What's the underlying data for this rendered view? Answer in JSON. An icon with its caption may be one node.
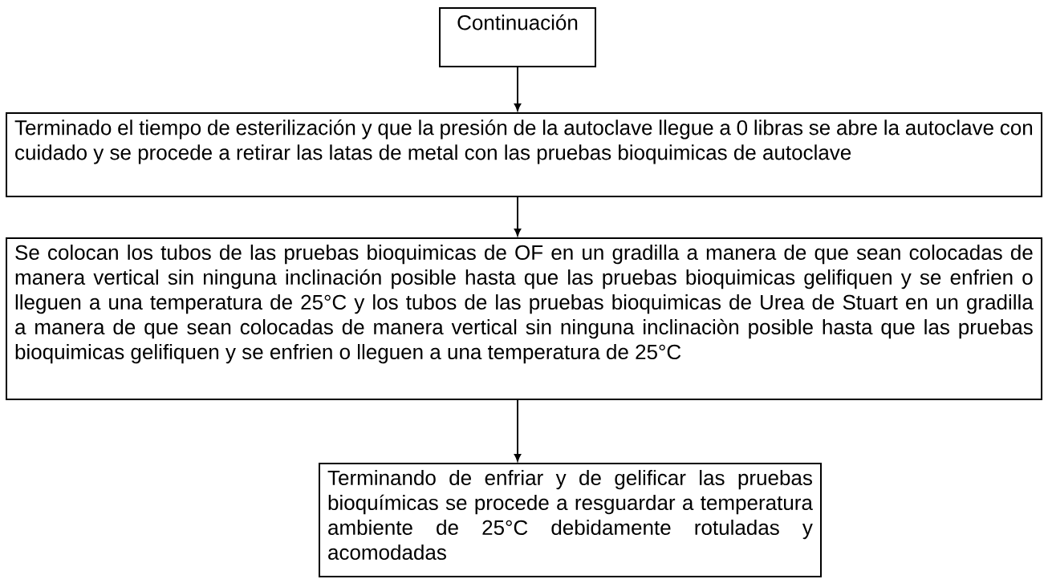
{
  "diagram": {
    "nodes": [
      {
        "text": [
          "Continuación"
        ]
      },
      {
        "text": [
          "Terminado el tiempo de esterilización y que la presión de la autoclave llegue a 0 libras se abre la autoclave con cuidado y se procede a retirar las latas de metal con las pruebas bioquimicas de autoclave"
        ]
      },
      {
        "text": [
          "Se colocan los tubos de las pruebas bioquimicas de OF en un gradilla a manera de que sean colocadas de manera vertical sin ninguna inclinación posible hasta que las pruebas bioquimicas gelifiquen y se enfrien o lleguen a una temperatura de 25°C y los tubos de las pruebas bioquimicas de Urea de Stuart en un gradilla a manera de que sean colocadas de manera vertical sin ninguna inclinaciòn posible hasta que las pruebas bioquimicas gelifiquen y se enfrien o lleguen a una temperatura de 25°C"
        ]
      },
      {
        "text": [
          "Terminando de enfriar y de gelificar las pruebas bioquímicas se procede a resguardar a temperatura ambiente de 25°C debidamente rotuladas y acomodadas"
        ]
      }
    ],
    "edges": [
      {
        "from": 0,
        "to": 1,
        "arrow": "to"
      },
      {
        "from": 1,
        "to": 2,
        "arrow": "to"
      },
      {
        "from": 2,
        "to": 3,
        "arrow": "to"
      }
    ]
  }
}
